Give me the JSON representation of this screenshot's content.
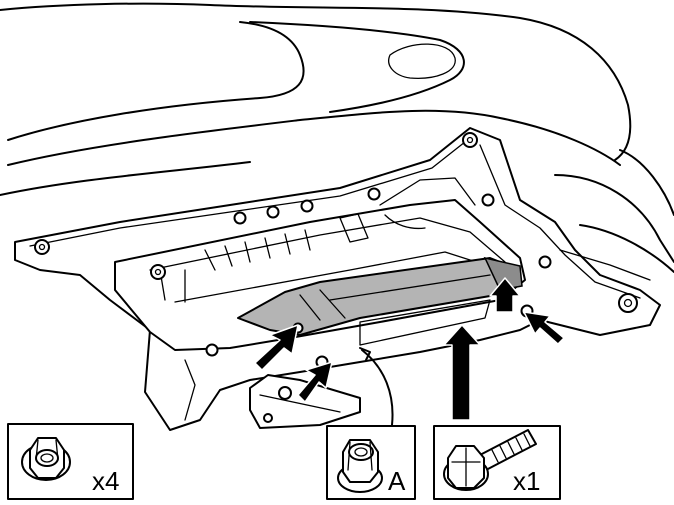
{
  "callouts": [
    {
      "id": "nut",
      "label": "x4"
    },
    {
      "id": "nut-a",
      "label": "A"
    },
    {
      "id": "bolt",
      "label": "x1"
    }
  ],
  "colors": {
    "line": "#000000",
    "part-highlight": "#b4b4b4",
    "background": "#ffffff"
  }
}
